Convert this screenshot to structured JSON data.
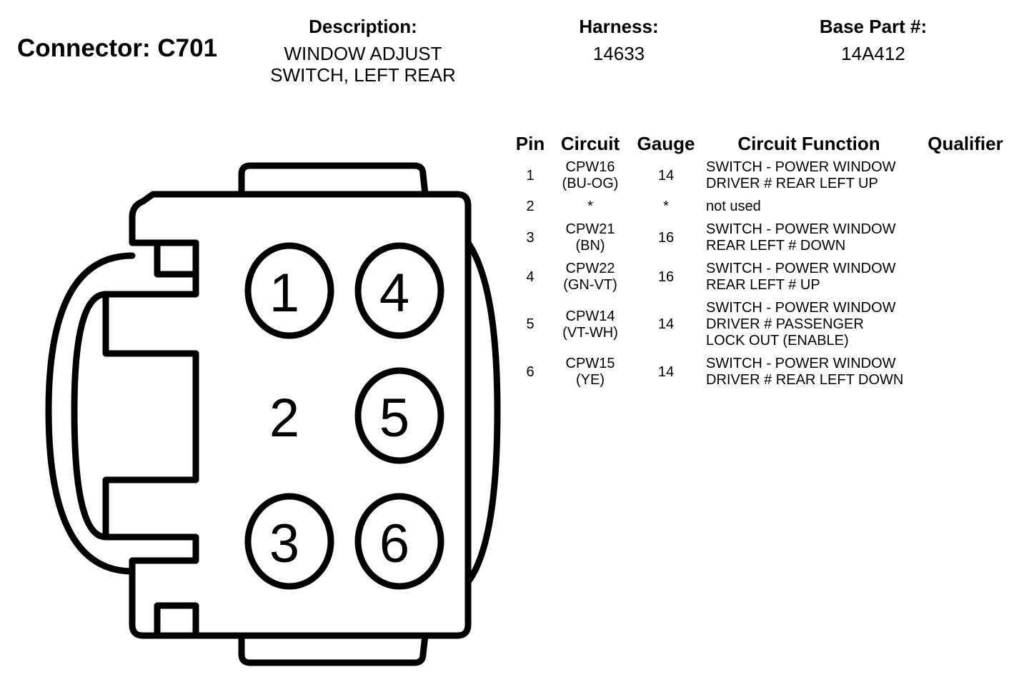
{
  "connector": {
    "title": "Connector: C701"
  },
  "description": {
    "label": "Description:",
    "lines": [
      "WINDOW ADJUST",
      "SWITCH, LEFT REAR"
    ]
  },
  "harness": {
    "label": "Harness:",
    "value": "14633"
  },
  "base_part": {
    "label": "Base Part #:",
    "value": "14A412"
  },
  "diagram": {
    "pin_labels": [
      "1",
      "2",
      "3",
      "4",
      "5",
      "6"
    ]
  },
  "table": {
    "headers": {
      "pin": "Pin",
      "circuit": "Circuit",
      "gauge": "Gauge",
      "function": "Circuit Function",
      "qualifier": "Qualifier"
    },
    "rows": [
      {
        "pin": "1",
        "circuit": [
          "CPW16",
          "(BU-OG)"
        ],
        "gauge": "14",
        "function": [
          "SWITCH - POWER WINDOW",
          "DRIVER # REAR LEFT UP"
        ],
        "qualifier": ""
      },
      {
        "pin": "2",
        "circuit": [
          "*"
        ],
        "gauge": "*",
        "function": [
          "not used"
        ],
        "qualifier": ""
      },
      {
        "pin": "3",
        "circuit": [
          "CPW21",
          "(BN)"
        ],
        "gauge": "16",
        "function": [
          "SWITCH - POWER WINDOW",
          "REAR LEFT # DOWN"
        ],
        "qualifier": ""
      },
      {
        "pin": "4",
        "circuit": [
          "CPW22",
          "(GN-VT)"
        ],
        "gauge": "16",
        "function": [
          "SWITCH - POWER WINDOW",
          "REAR LEFT # UP"
        ],
        "qualifier": ""
      },
      {
        "pin": "5",
        "circuit": [
          "CPW14",
          "(VT-WH)"
        ],
        "gauge": "14",
        "function": [
          "SWITCH - POWER WINDOW",
          "DRIVER # PASSENGER",
          "LOCK OUT (ENABLE)"
        ],
        "qualifier": ""
      },
      {
        "pin": "6",
        "circuit": [
          "CPW15",
          "(YE)"
        ],
        "gauge": "14",
        "function": [
          "SWITCH - POWER WINDOW",
          "DRIVER # REAR LEFT DOWN"
        ],
        "qualifier": ""
      }
    ]
  }
}
